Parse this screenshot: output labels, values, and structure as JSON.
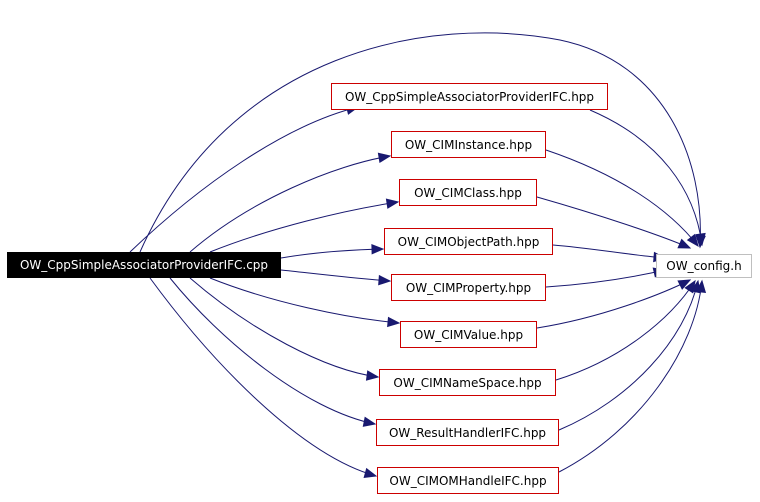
{
  "graph": {
    "edge_color": "#191970",
    "source": {
      "label": "OW_CppSimpleAssociatorProviderIFC.cpp"
    },
    "target": {
      "label": "OW_config.h"
    },
    "includes": [
      {
        "label": "OW_CppSimpleAssociatorProviderIFC.hpp"
      },
      {
        "label": "OW_CIMInstance.hpp"
      },
      {
        "label": "OW_CIMClass.hpp"
      },
      {
        "label": "OW_CIMObjectPath.hpp"
      },
      {
        "label": "OW_CIMProperty.hpp"
      },
      {
        "label": "OW_CIMValue.hpp"
      },
      {
        "label": "OW_CIMNameSpace.hpp"
      },
      {
        "label": "OW_ResultHandlerIFC.hpp"
      },
      {
        "label": "OW_CIMOMHandleIFC.hpp"
      }
    ]
  }
}
